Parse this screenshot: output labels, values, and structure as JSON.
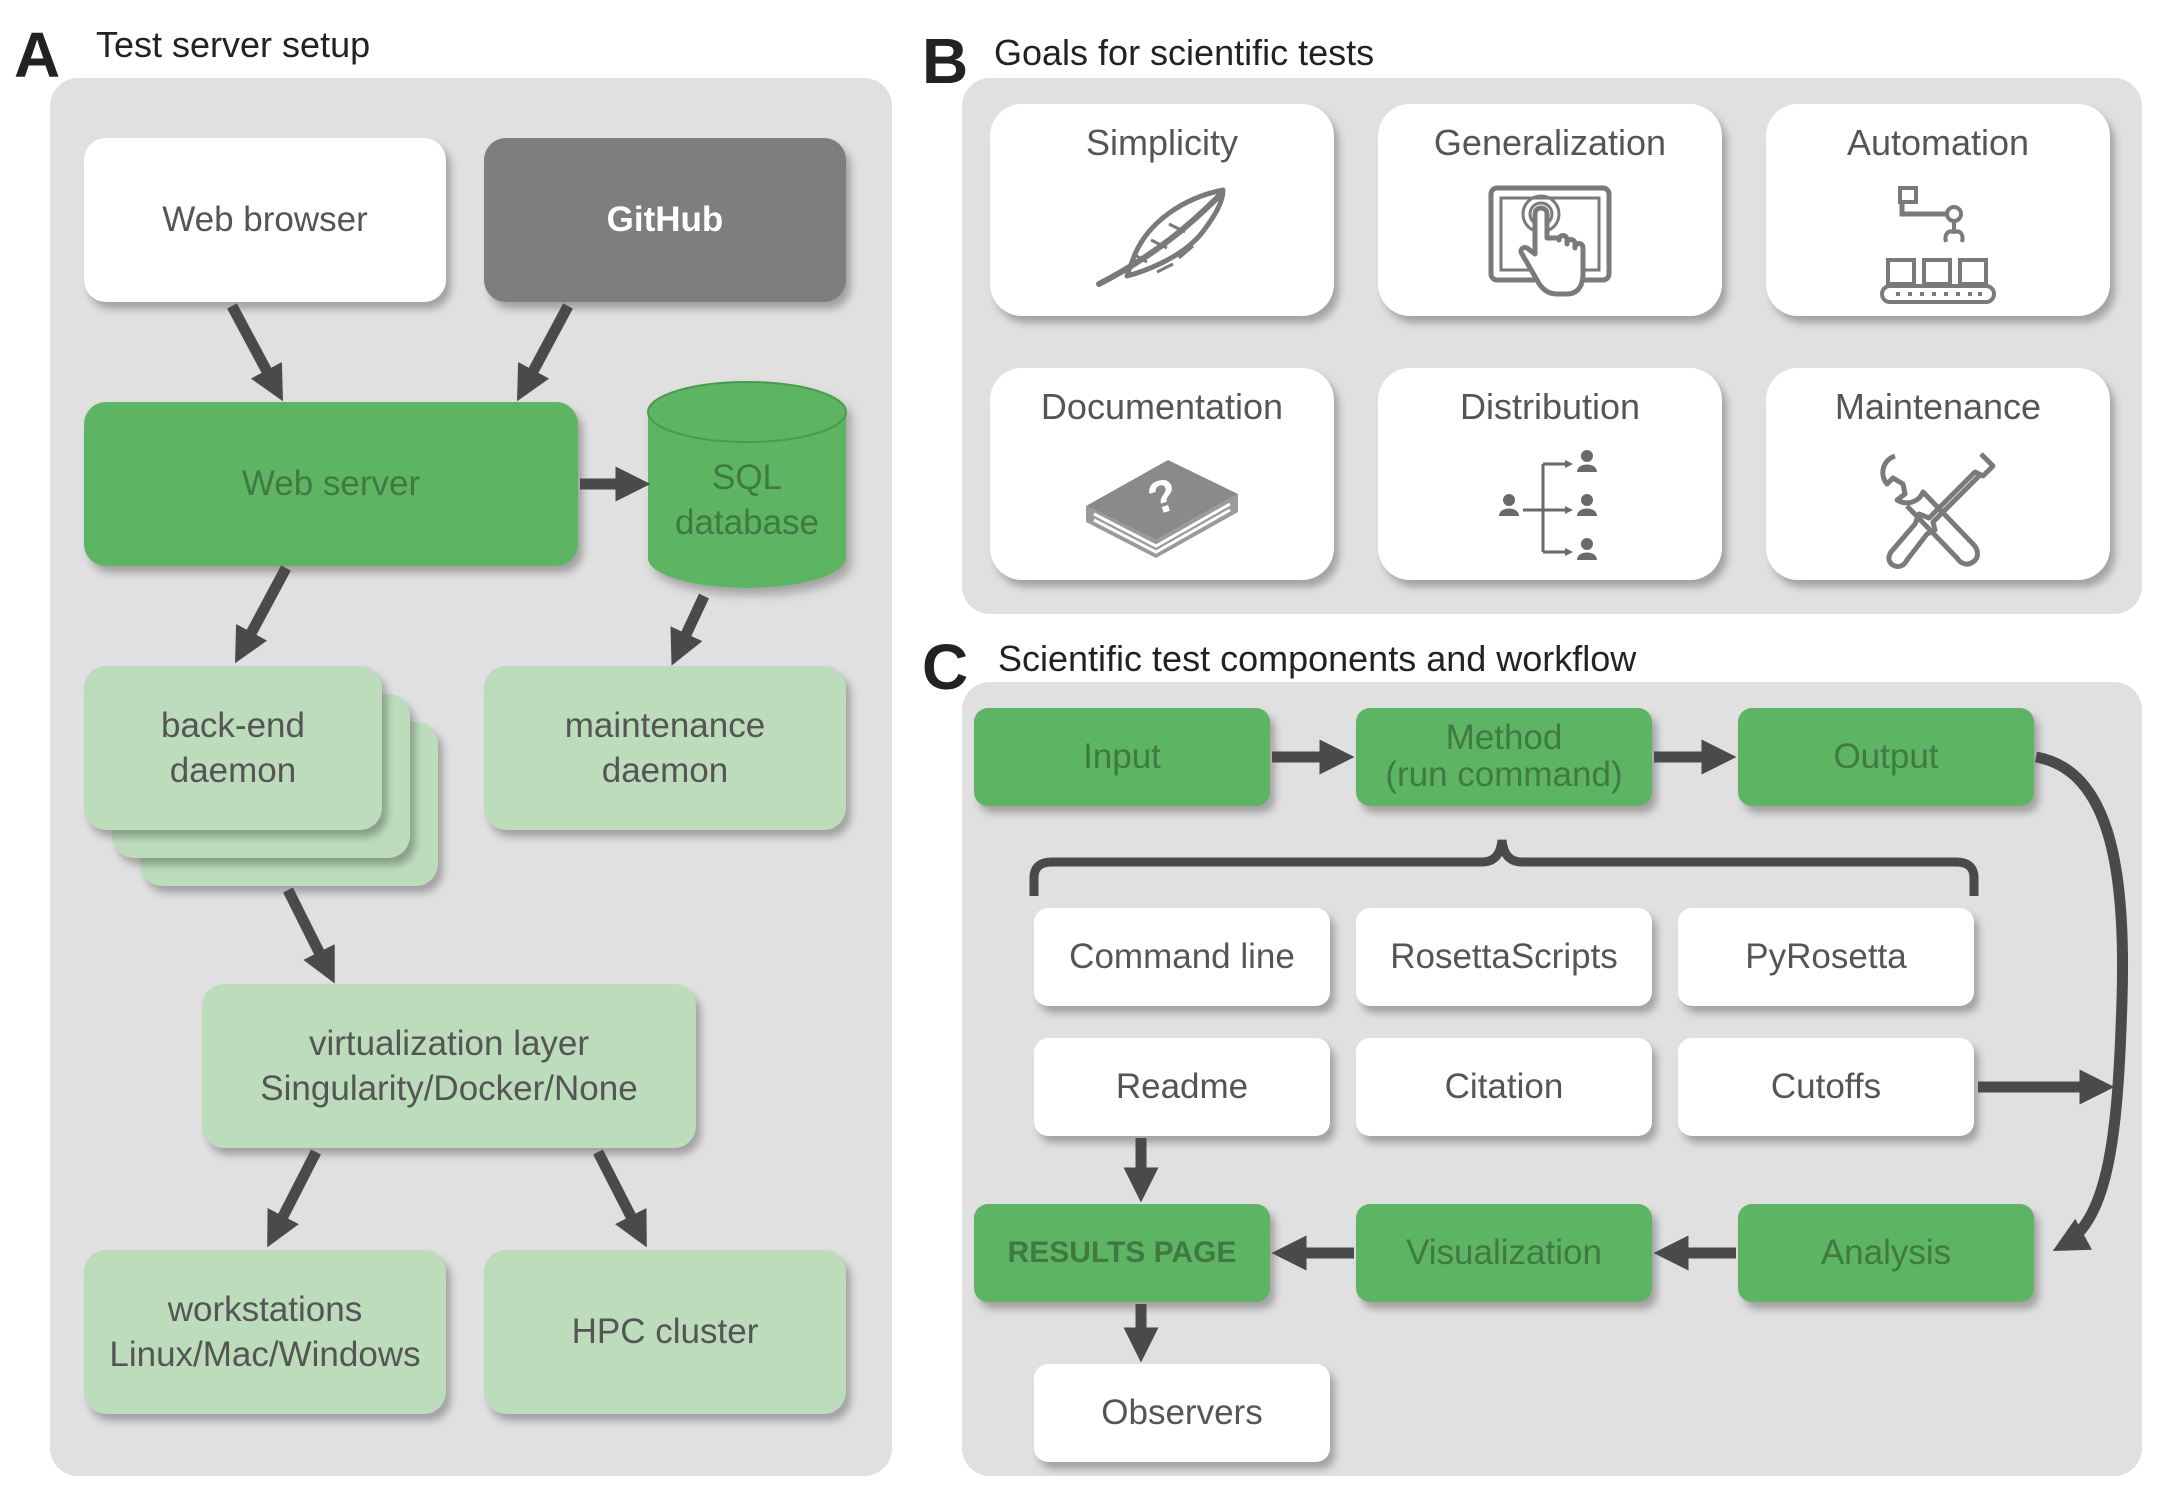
{
  "panel_a": {
    "letter": "A",
    "title": "Test server setup",
    "nodes": {
      "web_browser": "Web browser",
      "github": "GitHub",
      "web_server": "Web server",
      "sql_database": "SQL\ndatabase",
      "backend_daemon": "back-end\ndaemon",
      "maintenance_daemon": "maintenance\ndaemon",
      "virtualization": "virtualization layer\nSingularity/Docker/None",
      "workstations": "workstations\nLinux/Mac/Windows",
      "hpc_cluster": "HPC cluster"
    }
  },
  "panel_b": {
    "letter": "B",
    "title": "Goals for scientific tests",
    "goals": [
      {
        "label": "Simplicity",
        "icon": "feather-icon"
      },
      {
        "label": "Generalization",
        "icon": "touchscreen-icon"
      },
      {
        "label": "Automation",
        "icon": "robot-arm-conveyor-icon"
      },
      {
        "label": "Documentation",
        "icon": "help-book-icon"
      },
      {
        "label": "Distribution",
        "icon": "people-distribution-icon"
      },
      {
        "label": "Maintenance",
        "icon": "wrench-screwdriver-icon"
      }
    ]
  },
  "panel_c": {
    "letter": "C",
    "title": "Scientific test components and workflow",
    "nodes": {
      "input": "Input",
      "method": "Method\n(run command)",
      "output": "Output",
      "command_line": "Command line",
      "rosettascripts": "RosettaScripts",
      "pyrosetta": "PyRosetta",
      "readme": "Readme",
      "citation": "Citation",
      "cutoffs": "Cutoffs",
      "results_page": "RESULTS PAGE",
      "visualization": "Visualization",
      "analysis": "Analysis",
      "observers": "Observers"
    }
  },
  "colors": {
    "panel_bg": "#e0e0e0",
    "green": "#5db463",
    "light_green": "#bcdcbc",
    "github_gray": "#7d7e80",
    "arrow": "#4a4a4a",
    "icon": "#7a7a7a"
  }
}
